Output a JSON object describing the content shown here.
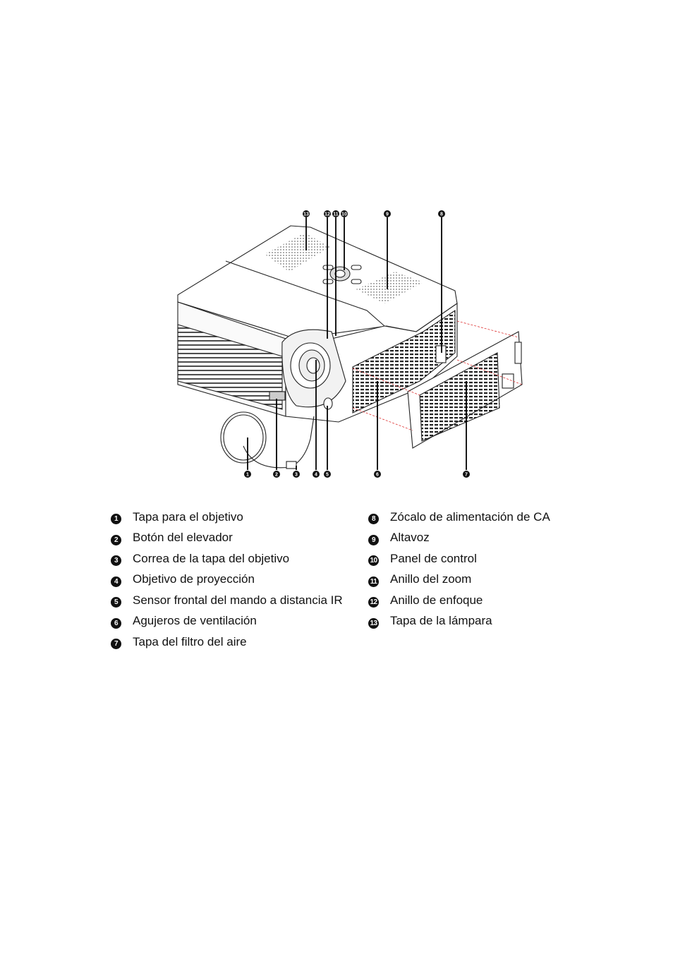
{
  "figure_callouts_top": [
    "13",
    "12",
    "11",
    "10",
    "9",
    "8"
  ],
  "figure_callouts_bottom": [
    "1",
    "2",
    "3",
    "4",
    "5",
    "6",
    "7"
  ],
  "legend": {
    "left": [
      {
        "num": "1",
        "label": "Tapa para el objetivo"
      },
      {
        "num": "2",
        "label": "Botón del elevador"
      },
      {
        "num": "3",
        "label": "Correa de la tapa del objetivo"
      },
      {
        "num": "4",
        "label": "Objetivo de proyección"
      },
      {
        "num": "5",
        "label": "Sensor frontal del mando a distancia IR"
      },
      {
        "num": "6",
        "label": "Agujeros de ventilación"
      },
      {
        "num": "7",
        "label": "Tapa del filtro del aire"
      }
    ],
    "right": [
      {
        "num": "8",
        "label": "Zócalo de alimentación de CA"
      },
      {
        "num": "9",
        "label": "Altavoz"
      },
      {
        "num": "10",
        "label": "Panel de control"
      },
      {
        "num": "11",
        "label": "Anillo del zoom"
      },
      {
        "num": "12",
        "label": "Anillo de enfoque"
      },
      {
        "num": "13",
        "label": "Tapa de la lámpara"
      }
    ]
  }
}
